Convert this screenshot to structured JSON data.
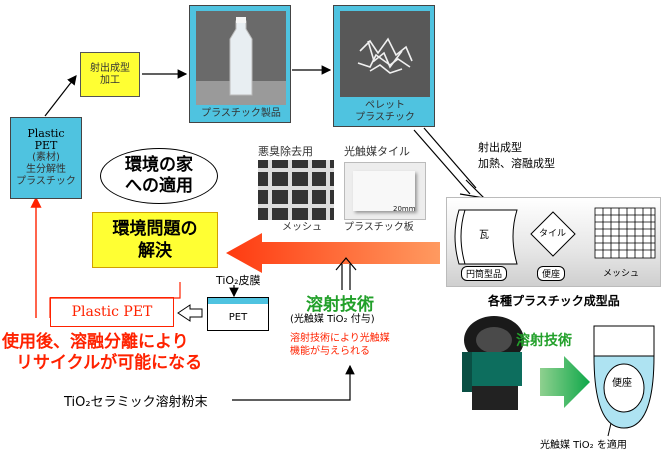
{
  "nodes": {
    "plastic_pet_top": "Plastic",
    "plastic_pet_bottom": "PET",
    "plastic_pet_line2": "(素材)",
    "plastic_pet_line3": "生分解性",
    "plastic_pet_line4": "プラスチック",
    "injection_line1": "射出成型",
    "injection_line2": "加工",
    "plastic_product": "プラスチック製品",
    "pellet_line1": "ペレット",
    "pellet_line2": "プラスチック",
    "molding_line1": "射出成型",
    "molding_line2": "加熱、溶融成型",
    "deodorant": "悪臭除去用",
    "photocat_tile": "光触媒タイル",
    "mesh_sample": "メッシュ",
    "plastic_plate": "プラスチック板",
    "scale": "20mm",
    "env_house_line1": "環境の家",
    "env_house_line2": "への適用",
    "env_problem_line1": "環境問題の",
    "env_problem_line2": "解決",
    "tio2_film": "TiO₂皮膜",
    "pet_label": "PET",
    "plastic_pet_red": "Plastic PET",
    "recycle_line1": "使用後、溶融分離により",
    "recycle_line2": "リサイクルが可能になる",
    "spray_tech": "溶射技術",
    "spray_sub": "(光触媒 TiO₂ 付与)",
    "spray_note_line1": "溶射技術により光触媒",
    "spray_note_line2": "機能が与えられる",
    "tio2_powder": "TiO₂セラミック溶射粉末",
    "product_tile": "瓦",
    "product_tile2": "タイル",
    "product_mesh": "メッシュ",
    "product_tag1": "円筒型品",
    "product_tag2": "便座",
    "various_products": "各種プラスチック成型品",
    "spray_tech2": "溶射技術",
    "toilet_seat": "便座",
    "apply_tio2": "光触媒 TiO₂ を適用"
  },
  "colors": {
    "cyan": "#4fc3e0",
    "yellow": "#ffff33",
    "red": "#ff2200",
    "orange_arrow": "#ff5a1a",
    "green": "#22a02a"
  }
}
